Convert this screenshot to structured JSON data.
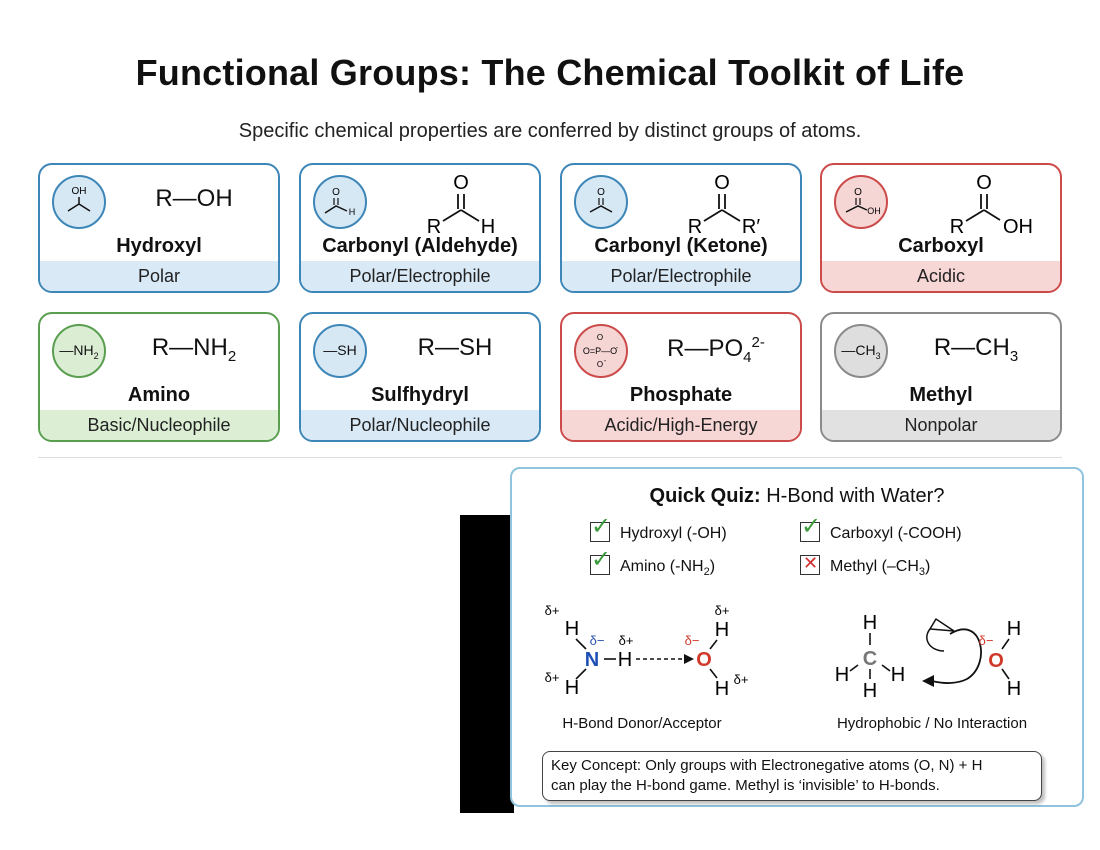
{
  "header": {
    "title": "Functional Groups: The Chemical Toolkit of Life",
    "subtitle": "Specific chemical properties are conferred by distinct groups of atoms."
  },
  "colors": {
    "polar_blue": "#3d86b8",
    "acidic_red": "#cc4a4a",
    "basic_green": "#5a9e50",
    "nonpolar_gray": "#8a8a8a"
  },
  "groups": [
    {
      "name": "Hydroxyl",
      "formula": "R—OH",
      "property": "Polar",
      "badge": "OH"
    },
    {
      "name": "Carbonyl (Aldehyde)",
      "property": "Polar/Electrophile",
      "badge_atoms": [
        "O",
        "H"
      ],
      "formula_atoms": [
        "O",
        "R",
        "H"
      ]
    },
    {
      "name": "Carbonyl (Ketone)",
      "property": "Polar/Electrophile",
      "badge_atoms": [
        "O"
      ],
      "formula_atoms": [
        "O",
        "R",
        "R′"
      ]
    },
    {
      "name": "Carboxyl",
      "property": "Acidic",
      "badge_atoms": [
        "O",
        "OH"
      ],
      "formula_atoms": [
        "O",
        "R",
        "OH"
      ]
    },
    {
      "name": "Amino",
      "formula": "R—NH",
      "formula_sub": "2",
      "property": "Basic/Nucleophile",
      "badge": "—NH",
      "badge_sub": "2"
    },
    {
      "name": "Sulfhydryl",
      "formula": "R—SH",
      "property": "Polar/Nucleophile",
      "badge": "—SH"
    },
    {
      "name": "Phosphate",
      "formula": "R—PO",
      "formula_sub": "4",
      "formula_sup": "2-",
      "property": "Acidic/High-Energy",
      "badge_atoms": [
        "O",
        "O=P—O",
        "-",
        "O",
        "-"
      ]
    },
    {
      "name": "Methyl",
      "formula": "R—CH",
      "formula_sub": "3",
      "property": "Nonpolar",
      "badge": "—CH",
      "badge_sub": "3"
    }
  ],
  "quiz": {
    "title_bold": "Quick Quiz:",
    "title_rest": " H-Bond with Water?",
    "items": [
      {
        "label": "Hydroxyl (-OH)",
        "status": "yes"
      },
      {
        "label": "Carboxyl (-COOH)",
        "status": "yes"
      },
      {
        "label": "Amino (-NH",
        "sub": "2",
        "tail": ")",
        "status": "yes"
      },
      {
        "label": "Methyl (–CH",
        "sub": "3",
        "tail": ")",
        "status": "no"
      }
    ],
    "left_diagram": {
      "atoms": [
        "N",
        "H",
        "H",
        "H",
        "O",
        "H",
        "H"
      ],
      "charges": [
        "δ+",
        "δ−",
        "δ+",
        "δ+",
        "δ−",
        "δ+",
        "δ+"
      ],
      "caption": "H-Bond Donor/Acceptor"
    },
    "right_diagram": {
      "atoms": [
        "C",
        "H",
        "H",
        "H",
        "H",
        "O",
        "H",
        "H"
      ],
      "charges": [
        "δ−"
      ],
      "caption": "Hydrophobic / No Interaction"
    },
    "key_concept_line1": "Key Concept: Only groups with Electronegative atoms (O, N) + H",
    "key_concept_line2": "can play the H-bond game. Methyl is ‘invisible’ to H-bonds."
  }
}
